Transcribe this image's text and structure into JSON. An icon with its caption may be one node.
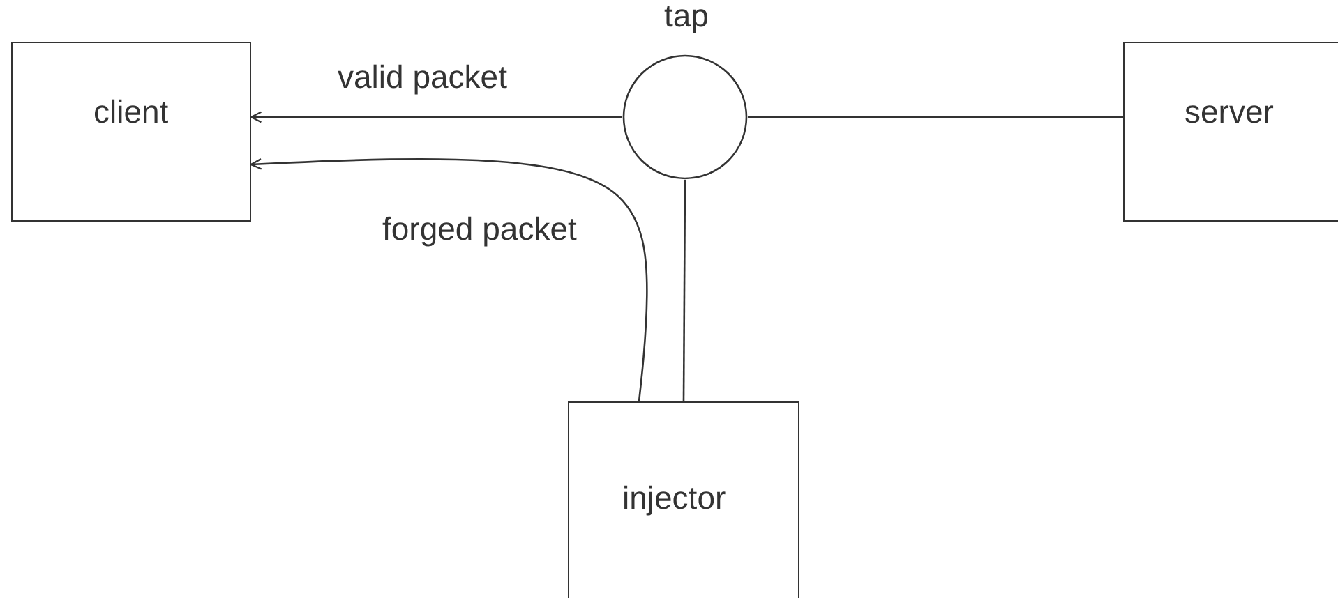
{
  "diagram": {
    "nodes": [
      {
        "text": [
          "client"
        ]
      },
      {
        "text": [
          "tap"
        ]
      },
      {
        "text": [
          "server"
        ]
      },
      {
        "text": [
          "injector"
        ]
      }
    ],
    "edges": [
      {
        "from": 2,
        "to": 1,
        "arrow": "none"
      },
      {
        "from": 1,
        "to": 0,
        "arrow": "to",
        "label": "valid packet"
      },
      {
        "from": 1,
        "to": 3,
        "arrow": "none"
      },
      {
        "from": 3,
        "to": 0,
        "arrow": "to",
        "label": "forged packet"
      }
    ]
  }
}
